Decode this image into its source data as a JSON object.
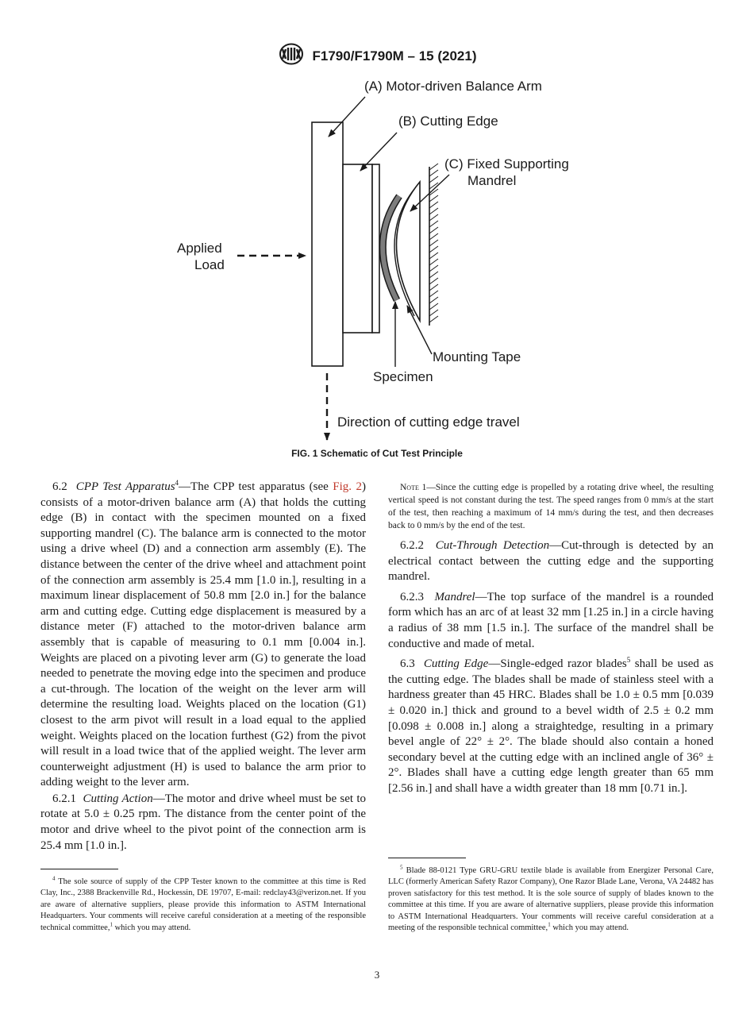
{
  "header": {
    "designation": "F1790/F1790M – 15 (2021)",
    "logo_icon": "astm-logo-icon"
  },
  "figure": {
    "label_a": "(A) Motor-driven Balance Arm",
    "label_b": "(B) Cutting Edge",
    "label_c_line1": "(C) Fixed Supporting",
    "label_c_line2": "Mandrel",
    "applied_line1": "Applied",
    "applied_line2": "Load",
    "mounting_tape": "Mounting Tape",
    "specimen": "Specimen",
    "direction": "Direction of cutting edge travel",
    "caption": "FIG. 1 Schematic of Cut Test Principle"
  },
  "left_column": {
    "p62_num": "6.2",
    "p62_title": "CPP Test Apparatus",
    "p62_sup": "4",
    "p62_dash": "—The CPP test apparatus (see ",
    "p62_link": "Fig. 2",
    "p62_text": ") consists of a motor-driven balance arm (A) that holds the cutting edge (B) in contact with the specimen mounted on a fixed supporting mandrel (C). The balance arm is connected to the motor using a drive wheel (D) and a connection arm assembly (E). The distance between the center of the drive wheel and attachment point of the connection arm assembly is 25.4 mm [1.0 in.], resulting in a maximum linear displacement of 50.8 mm [2.0 in.] for the balance arm and cutting edge. Cutting edge displacement is measured by a distance meter (F) attached to the motor-driven balance arm assembly that is capable of measuring to 0.1 mm [0.004 in.]. Weights are placed on a pivoting lever arm (G) to generate the load needed to penetrate the moving edge into the specimen and produce a cut-through. The location of the weight on the lever arm will determine the resulting load. Weights placed on the location (G1) closest to the arm pivot will result in a load equal to the applied weight. Weights placed on the location furthest (G2) from the pivot will result in a load twice that of the applied weight. The lever arm counterweight adjustment (H) is used to balance the arm prior to adding weight to the lever arm.",
    "p621_num": "6.2.1",
    "p621_title": "Cutting Action",
    "p621_text": "—The motor and drive wheel must be set to rotate at 5.0 ± 0.25 rpm. The distance from the center point of the motor and drive wheel to the pivot point of the connection arm is 25.4 mm [1.0 in.].",
    "footnote4_sup": "4",
    "footnote4_text": "The sole source of supply of the CPP Tester known to the committee at this time is Red Clay, Inc., 2388 Brackenville Rd., Hockessin, DE 19707, E-mail: redclay43@verizon.net. If you are aware of alternative suppliers, please provide this information to ASTM International Headquarters. Your comments will receive careful consideration at a meeting of the responsible technical committee,",
    "footnote4_sup2": "1",
    "footnote4_end": " which you may attend."
  },
  "right_column": {
    "note_label": "Note 1",
    "note_text": "—Since the cutting edge is propelled by a rotating drive wheel, the resulting vertical speed is not constant during the test. The speed ranges from 0 mm/s at the start of the test, then reaching a maximum of 14 mm/s during the test, and then decreases back to 0 mm/s by the end of the test.",
    "p622_num": "6.2.2",
    "p622_title": "Cut-Through Detection",
    "p622_text": "—Cut-through is detected by an electrical contact between the cutting edge and the supporting mandrel.",
    "p623_num": "6.2.3",
    "p623_title": "Mandrel",
    "p623_text": "—The top surface of the mandrel is a rounded form which has an arc of at least 32 mm [1.25 in.] in a circle having a radius of 38 mm [1.5 in.]. The surface of the mandrel shall be conductive and made of metal.",
    "p63_num": "6.3",
    "p63_title": "Cutting Edge",
    "p63_dash": "—Single-edged razor blades",
    "p63_sup": "5",
    "p63_text": " shall be used as the cutting edge. The blades shall be made of stainless steel with a hardness greater than 45 HRC. Blades shall be 1.0 ± 0.5 mm [0.039 ± 0.020 in.] thick and ground to a bevel width of 2.5 ± 0.2 mm [0.098 ± 0.008 in.] along a straightedge, resulting in a primary bevel angle of 22° ± 2°. The blade should also contain a honed secondary bevel at the cutting edge with an inclined angle of 36° ± 2°. Blades shall have a cutting edge length greater than 65 mm [2.56 in.] and shall have a width greater than 18 mm [0.71 in.].",
    "footnote5_sup": "5",
    "footnote5_text": "Blade 88-0121 Type GRU-GRU textile blade is available from Energizer Personal Care, LLC (formerly American Safety Razor Company), One Razor Blade Lane, Verona, VA 24482 has proven satisfactory for this test method. It is the sole source of supply of blades known to the committee at this time. If you are aware of alternative suppliers, please provide this information to ASTM International Headquarters. Your comments will receive careful consideration at a meeting of the responsible technical committee,",
    "footnote5_sup2": "1",
    "footnote5_end": " which you may attend."
  },
  "page_number": "3"
}
